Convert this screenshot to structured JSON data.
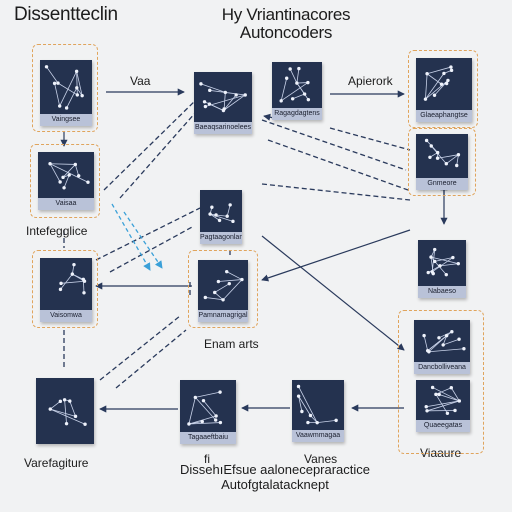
{
  "header": {
    "title_left": "Dissentteclin",
    "title_right_line1": "Hy Vriantinacores",
    "title_right_line2": "Autoncoders"
  },
  "labels": {
    "vae": "Vaa",
    "approach": "Apierork",
    "integrable": "Intefegglice",
    "enam_arts": "Enam arts",
    "variable": "Varefagiture",
    "vanes": "Vanes",
    "viaaure": "Viaaure",
    "fi": "fi"
  },
  "caption": {
    "line1": "DissehıEfsue aalonecepraractice",
    "line2": "Autofgtalatacknept"
  },
  "nodes": {
    "n1": {
      "label": "Vaingsee"
    },
    "n2": {
      "label": "Vaisaa"
    },
    "n3": {
      "label": "Vaisomwa"
    },
    "n4": {
      "label": ""
    },
    "n5": {
      "label": "Baeaqsarinoelees"
    },
    "n6": {
      "label": "Ragagdagtens"
    },
    "n7": {
      "label": "Glaeaphangtse"
    },
    "n8": {
      "label": "Gnmeore"
    },
    "n9": {
      "label": "Pagtaagonlam"
    },
    "n10": {
      "label": "Pamnamagrigal"
    },
    "n11": {
      "label": "Nabaeso"
    },
    "n12": {
      "label": "Dancbolliveana"
    },
    "n13": {
      "label": "Quaeegatas"
    },
    "n14": {
      "label": "Tagaaeftbaiu"
    },
    "n15": {
      "label": "Vaawmmagaa"
    }
  },
  "colors": {
    "card": "#24324f",
    "strip": "#b9c2d8",
    "frame": "#e0a45c",
    "arrow": "#2a3a5c",
    "accent": "#3aa0d8"
  }
}
